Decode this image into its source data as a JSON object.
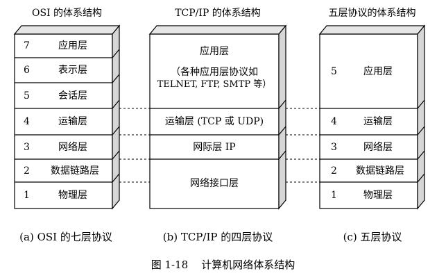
{
  "columns": [
    {
      "title": "OSI 的体系结构",
      "caption": "(a) OSI 的七层协议",
      "layers": [
        {
          "num": "7",
          "label": "应用层"
        },
        {
          "num": "6",
          "label": "表示层"
        },
        {
          "num": "5",
          "label": "会话层"
        },
        {
          "num": "4",
          "label": "运输层"
        },
        {
          "num": "3",
          "label": "网络层"
        },
        {
          "num": "2",
          "label": "数据链路层"
        },
        {
          "num": "1",
          "label": "物理层"
        }
      ]
    },
    {
      "title": "TCP/IP 的体系结构",
      "caption": "(b) TCP/IP 的四层协议",
      "layers": [
        {
          "lines": [
            "应用层",
            "（各种应用层协议如",
            "TELNET, FTP, SMTP 等）"
          ]
        },
        {
          "label": "运输层 (TCP 或 UDP)"
        },
        {
          "label": "网际层 IP"
        },
        {
          "label": "网络接口层"
        }
      ]
    },
    {
      "title": "五层协议的体系结构",
      "caption": "(c)  五层协议",
      "layers": [
        {
          "num": "5",
          "label": "应用层"
        },
        {
          "num": "4",
          "label": "运输层"
        },
        {
          "num": "3",
          "label": "网络层"
        },
        {
          "num": "2",
          "label": "数据链路层"
        },
        {
          "num": "1",
          "label": "物理层"
        }
      ]
    }
  ],
  "figure_caption": "图 1-18    计算机网络体系结构"
}
